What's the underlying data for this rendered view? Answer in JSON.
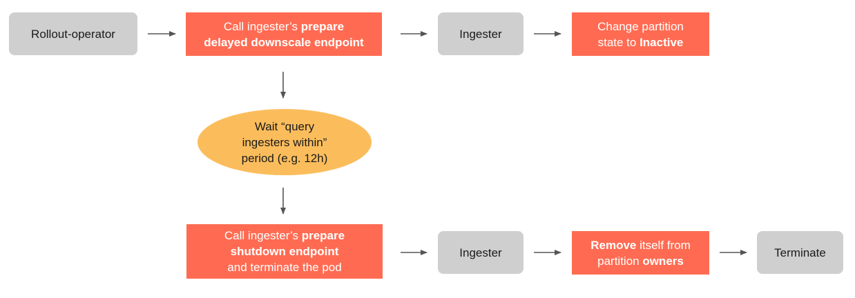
{
  "nodes": {
    "rollout_operator": {
      "label": "Rollout-operator"
    },
    "call_prepare_delayed": {
      "line1_prefix": "Call ingester’s ",
      "line1_bold": "prepare",
      "line2_bold": "delayed downscale endpoint"
    },
    "ingester_top": {
      "label": "Ingester"
    },
    "change_partition": {
      "line1": "Change partition",
      "line2_prefix": "state to ",
      "line2_bold": "Inactive"
    },
    "wait": {
      "line1": "Wait “query",
      "line2": "ingesters within”",
      "line3": "period (e.g. 12h)"
    },
    "call_prepare_shutdown": {
      "line1_prefix": "Call ingester’s ",
      "line1_bold": "prepare",
      "line2_bold": "shutdown endpoint",
      "line3": "and terminate the pod"
    },
    "ingester_bottom": {
      "label": "Ingester"
    },
    "remove_itself": {
      "line1_bold": "Remove",
      "line1_suffix": " itself from",
      "line2_prefix": "partition ",
      "line2_bold": "owners"
    },
    "terminate": {
      "label": "Terminate"
    }
  },
  "colors": {
    "gray_node": "#cfcfcf",
    "orange_node": "#ff6b52",
    "wait_ellipse": "#fbbd5c",
    "arrow": "#555555"
  }
}
